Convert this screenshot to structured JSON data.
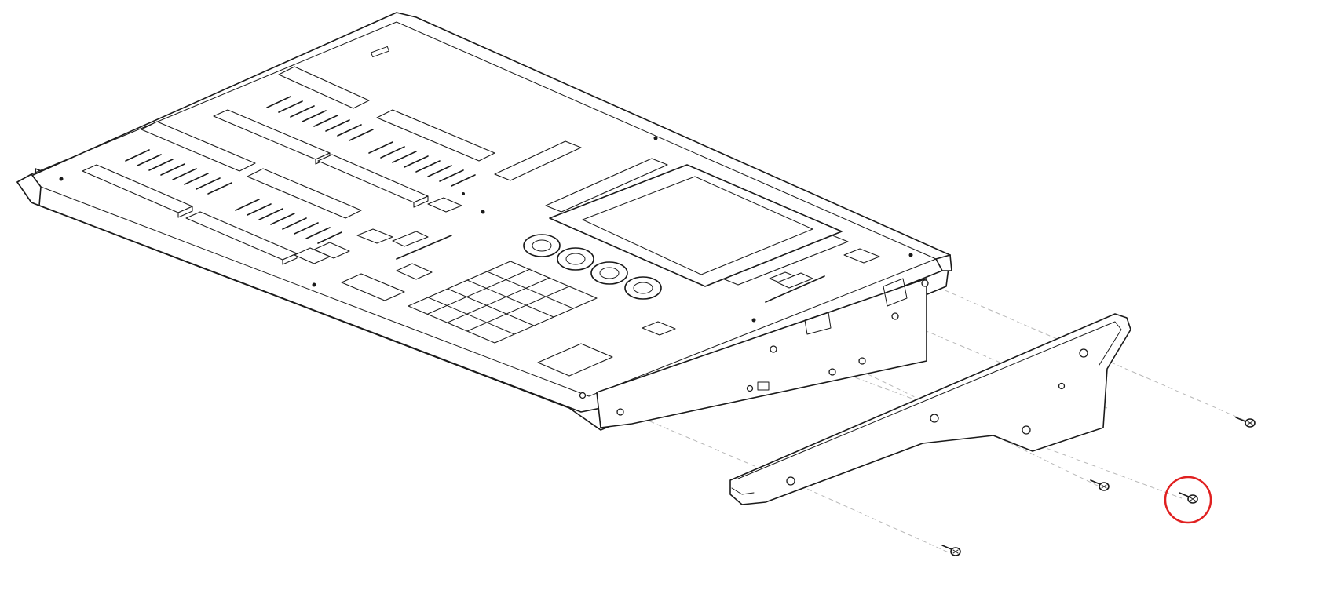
{
  "figure": {
    "background": "#ffffff",
    "line_color": "#1a1a1a",
    "guide_color": "#b8b8b8",
    "highlight_color": "#e02020"
  },
  "parts": {
    "console": "lighting-console",
    "side_bracket": "mounting-bracket",
    "screws": [
      "screw",
      "screw",
      "screw",
      "screw"
    ],
    "highlighted_screw": "screw"
  }
}
